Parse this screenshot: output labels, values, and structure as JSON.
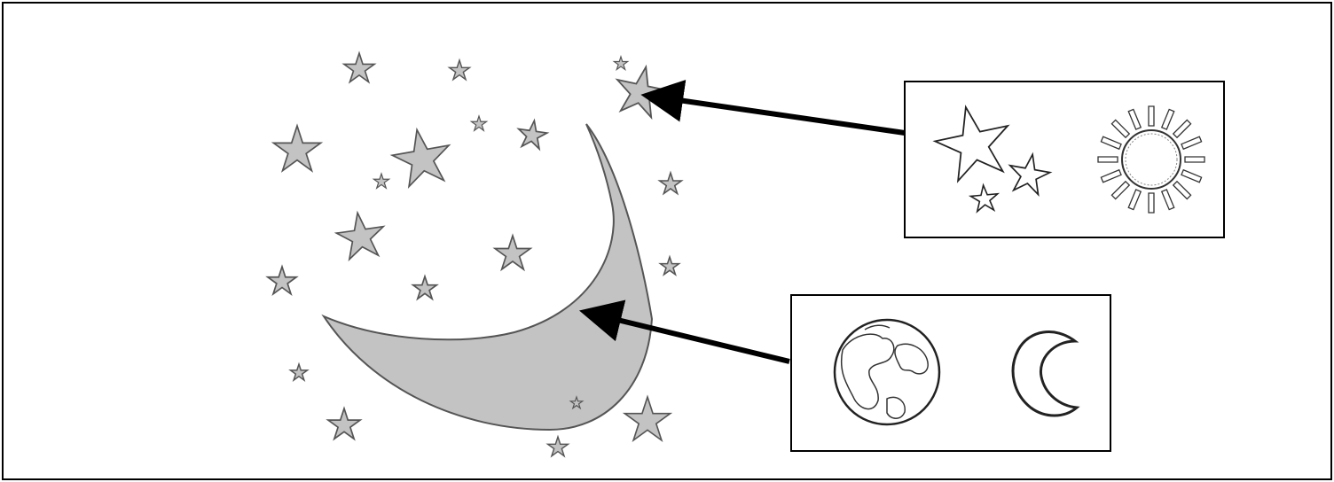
{
  "diagram": {
    "kind": "matching-exercise",
    "colors": {
      "fill": "#c3c3c3",
      "stroke": "#555555",
      "ink": "#000000",
      "background": "#ffffff"
    },
    "scene": {
      "icons": [
        "crescent-moon-icon",
        "star-icon"
      ],
      "star_count": 20
    },
    "choice_boxes": [
      {
        "name": "choice-box-stars-sun",
        "icons": [
          "stars-icon",
          "sun-icon"
        ]
      },
      {
        "name": "choice-box-earth-moon",
        "icons": [
          "earth-icon",
          "crescent-moon-icon"
        ]
      }
    ],
    "arrows": [
      {
        "from": "choice-box-stars-sun",
        "to": "star"
      },
      {
        "from": "choice-box-earth-moon",
        "to": "crescent-moon"
      }
    ]
  }
}
